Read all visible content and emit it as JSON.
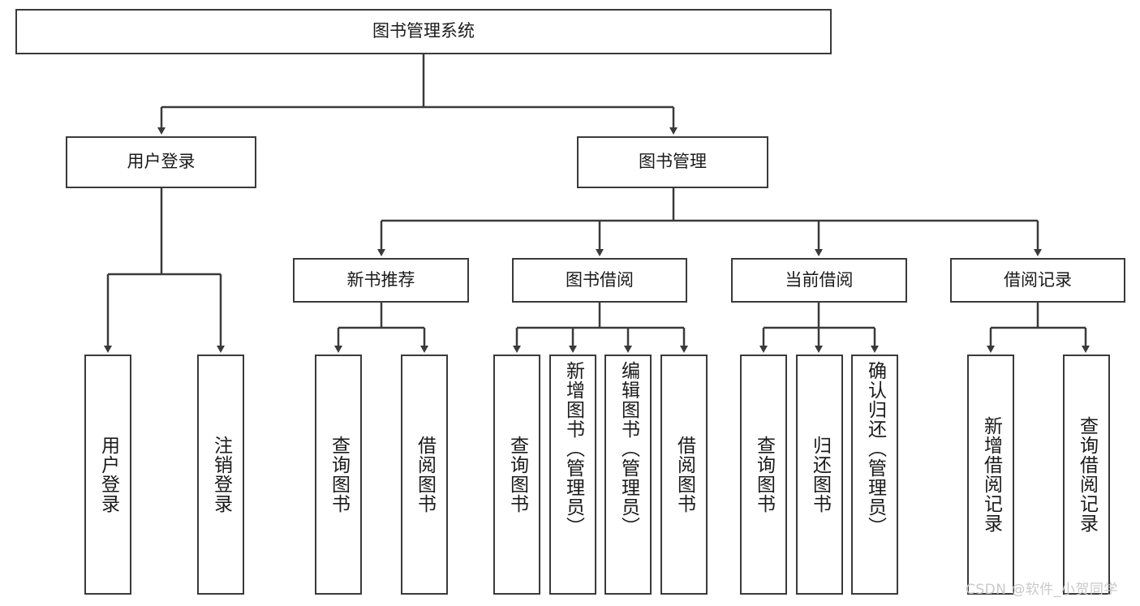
{
  "diagram": {
    "title": "图书管理系统",
    "type": "tree-hierarchy-diagram",
    "root": {
      "label": "图书管理系统"
    },
    "level2": [
      {
        "label": "用户登录"
      },
      {
        "label": "图书管理"
      }
    ],
    "level3": [
      {
        "label": "新书推荐"
      },
      {
        "label": "图书借阅"
      },
      {
        "label": "当前借阅"
      },
      {
        "label": "借阅记录"
      }
    ],
    "leaves": [
      {
        "label": "用户登录"
      },
      {
        "label": "注销登录"
      },
      {
        "label": "查询图书"
      },
      {
        "label": "借阅图书"
      },
      {
        "label": "查询图书"
      },
      {
        "label": "新增图书（管理员）"
      },
      {
        "label": "编辑图书（管理员）"
      },
      {
        "label": "借阅图书"
      },
      {
        "label": "查询图书"
      },
      {
        "label": "归还图书"
      },
      {
        "label": "确认归还（管理员）"
      },
      {
        "label": "新增借阅记录"
      },
      {
        "label": "查询借阅记录"
      }
    ]
  },
  "watermark": {
    "text": "CSDN @软件_小贺同学"
  },
  "colors": {
    "stroke": "#3a3a3a",
    "fill": "#ffffff",
    "text": "#1a1a1a",
    "watermark": "#c9c9c9"
  }
}
